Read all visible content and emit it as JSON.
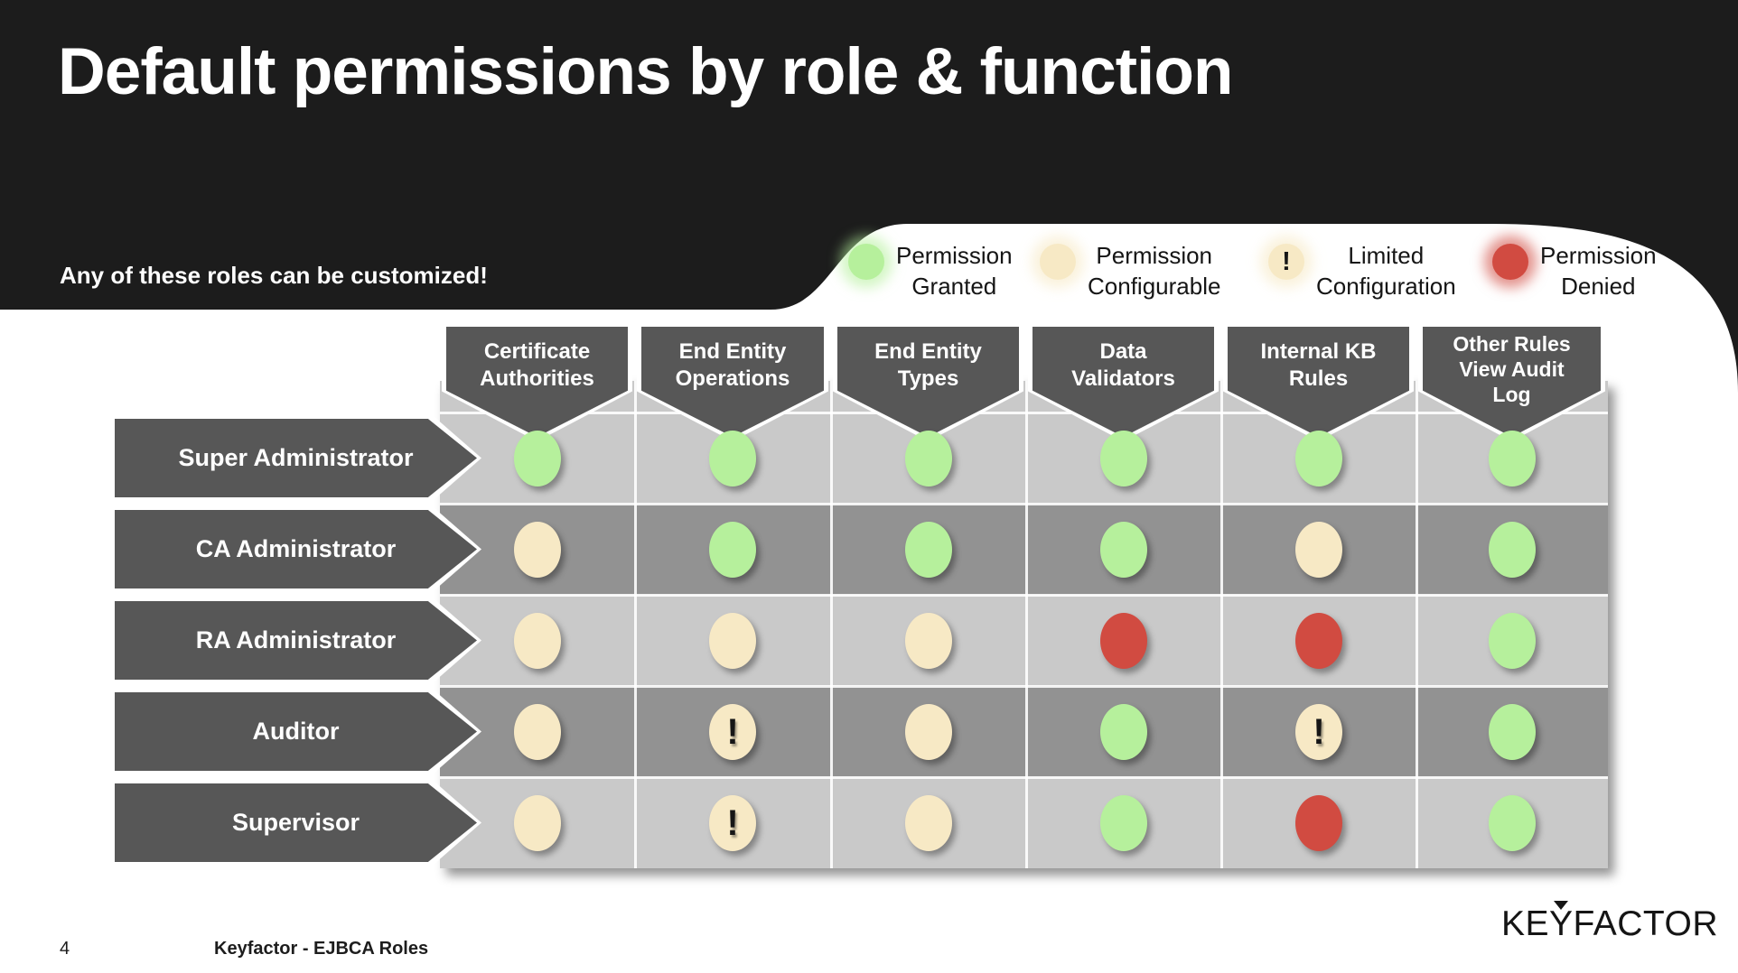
{
  "slide": {
    "title": "Default permissions by role & function",
    "subtitle": "Any of these roles can be customized!",
    "page_number": "4",
    "footer_label": "Keyfactor - EJBCA Roles",
    "logo": {
      "pre": "KE",
      "caret_letter": "Y",
      "post": "FACTOR"
    }
  },
  "states": {
    "granted": {
      "label": "Permission Granted",
      "color": "#b6f09c",
      "symbol": ""
    },
    "configurable": {
      "label": "Permission Configurable",
      "color": "#f7e9c5",
      "symbol": ""
    },
    "limited": {
      "label": "Limited Configuration",
      "color": "#f7e9c5",
      "symbol": "!"
    },
    "denied": {
      "label": "Permission Denied",
      "color": "#d14b41",
      "symbol": ""
    }
  },
  "legend": {
    "items": [
      {
        "state": "granted",
        "lines": [
          "Permission",
          "Granted"
        ]
      },
      {
        "state": "configurable",
        "lines": [
          "Permission",
          "Configurable"
        ]
      },
      {
        "state": "limited",
        "lines": [
          "Limited",
          "Configuration"
        ]
      },
      {
        "state": "denied",
        "lines": [
          "Permission",
          "Denied"
        ]
      }
    ]
  },
  "matrix": {
    "columns": [
      {
        "id": "certificate-authorities",
        "lines": [
          "Certificate",
          "Authorities"
        ]
      },
      {
        "id": "end-entity-operations",
        "lines": [
          "End Entity",
          "Operations"
        ]
      },
      {
        "id": "end-entity-types",
        "lines": [
          "End Entity",
          "Types"
        ]
      },
      {
        "id": "data-validators",
        "lines": [
          "Data",
          "Validators"
        ]
      },
      {
        "id": "internal-kb-rules",
        "lines": [
          "Internal KB",
          "Rules"
        ]
      },
      {
        "id": "other-rules-view-audit-log",
        "lines": [
          "Other Rules",
          "View Audit",
          "Log"
        ]
      }
    ],
    "rows": [
      {
        "id": "super-administrator",
        "label": "Super Administrator",
        "cells": [
          "granted",
          "granted",
          "granted",
          "granted",
          "granted",
          "granted"
        ]
      },
      {
        "id": "ca-administrator",
        "label": "CA Administrator",
        "cells": [
          "configurable",
          "granted",
          "granted",
          "granted",
          "configurable",
          "granted"
        ]
      },
      {
        "id": "ra-administrator",
        "label": "RA Administrator",
        "cells": [
          "configurable",
          "configurable",
          "configurable",
          "denied",
          "denied",
          "granted"
        ]
      },
      {
        "id": "auditor",
        "label": "Auditor",
        "cells": [
          "configurable",
          "limited",
          "configurable",
          "granted",
          "limited",
          "granted"
        ]
      },
      {
        "id": "supervisor",
        "label": "Supervisor",
        "cells": [
          "configurable",
          "limited",
          "configurable",
          "granted",
          "denied",
          "granted"
        ]
      }
    ]
  },
  "colors": {
    "background_black": "#1c1c1c",
    "header_gray": "#575757",
    "row_light": "#c9c9c9",
    "row_dark": "#929292",
    "grid_line": "#ffffff"
  }
}
